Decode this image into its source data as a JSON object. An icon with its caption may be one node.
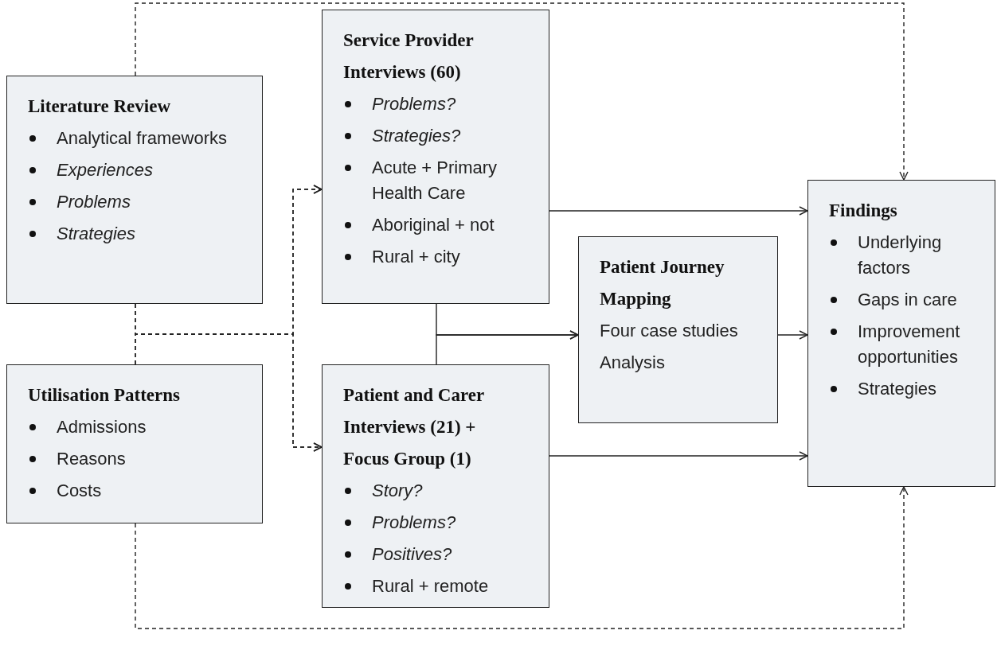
{
  "diagram": {
    "nodes": [
      {
        "text": [
          "Literature Review",
          "Analytical frameworks",
          "Experiences",
          "Problems",
          "Strategies"
        ]
      },
      {
        "text": [
          "Utilisation Patterns",
          "Admissions",
          "Reasons",
          "Costs"
        ]
      },
      {
        "text": [
          "Service Provider Interviews (60)",
          "Problems?",
          "Strategies?",
          "Acute + Primary Health Care",
          "Aboriginal + not",
          "Rural + city"
        ]
      },
      {
        "text": [
          "Patient and Carer Interviews (21) + Focus Group (1)",
          "Story?",
          "Problems?",
          "Positives?",
          "Rural + remote"
        ]
      },
      {
        "text": [
          "Patient Journey Mapping",
          "Four case studies",
          "Analysis"
        ]
      },
      {
        "text": [
          "Findings",
          "Underlying factors",
          "Gaps in care",
          "Improvement opportunities",
          "Strategies"
        ]
      }
    ],
    "edges": [
      {
        "from": 0,
        "to": 5,
        "arrow": "to",
        "style": "dashed"
      },
      {
        "from": 0,
        "to": 2,
        "arrow": "to",
        "style": "dashed"
      },
      {
        "from": 0,
        "to": 3,
        "arrow": "to",
        "style": "dashed"
      },
      {
        "from": 1,
        "to": 2,
        "arrow": "to",
        "style": "dashed"
      },
      {
        "from": 1,
        "to": 3,
        "arrow": "to",
        "style": "dashed"
      },
      {
        "from": 1,
        "to": 5,
        "arrow": "to",
        "style": "dashed"
      },
      {
        "from": 2,
        "to": 5,
        "arrow": "to"
      },
      {
        "from": 2,
        "to": 4,
        "arrow": "to"
      },
      {
        "from": 3,
        "to": 4,
        "arrow": "to"
      },
      {
        "from": 4,
        "to": 5,
        "arrow": "to"
      },
      {
        "from": 3,
        "to": 5,
        "arrow": "to"
      }
    ]
  }
}
